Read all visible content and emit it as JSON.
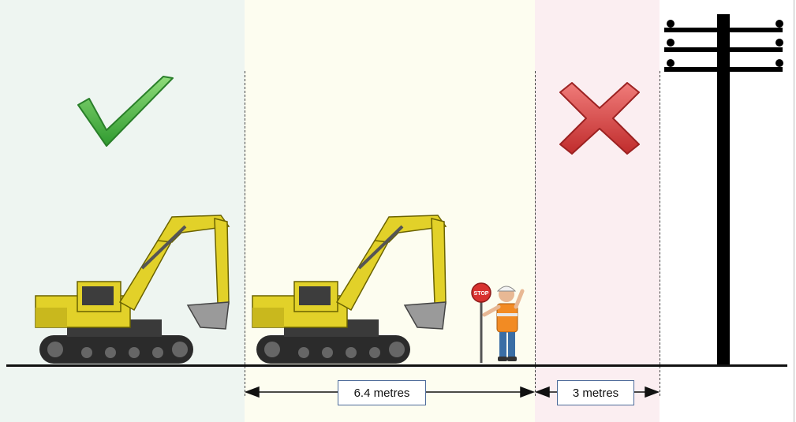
{
  "zones": {
    "safe": {
      "color": "#eef5f1"
    },
    "caution": {
      "color": "#fdfdf0"
    },
    "danger": {
      "color": "#fbeef1"
    }
  },
  "icons": {
    "safe_icon": "check-mark-icon",
    "danger_icon": "cross-mark-icon",
    "safe_color": "#3aa83a",
    "danger_color": "#d9403f"
  },
  "measurements": [
    {
      "label": "6.4 metres"
    },
    {
      "label": "3 metres"
    }
  ],
  "sign": {
    "text": "STOP"
  }
}
